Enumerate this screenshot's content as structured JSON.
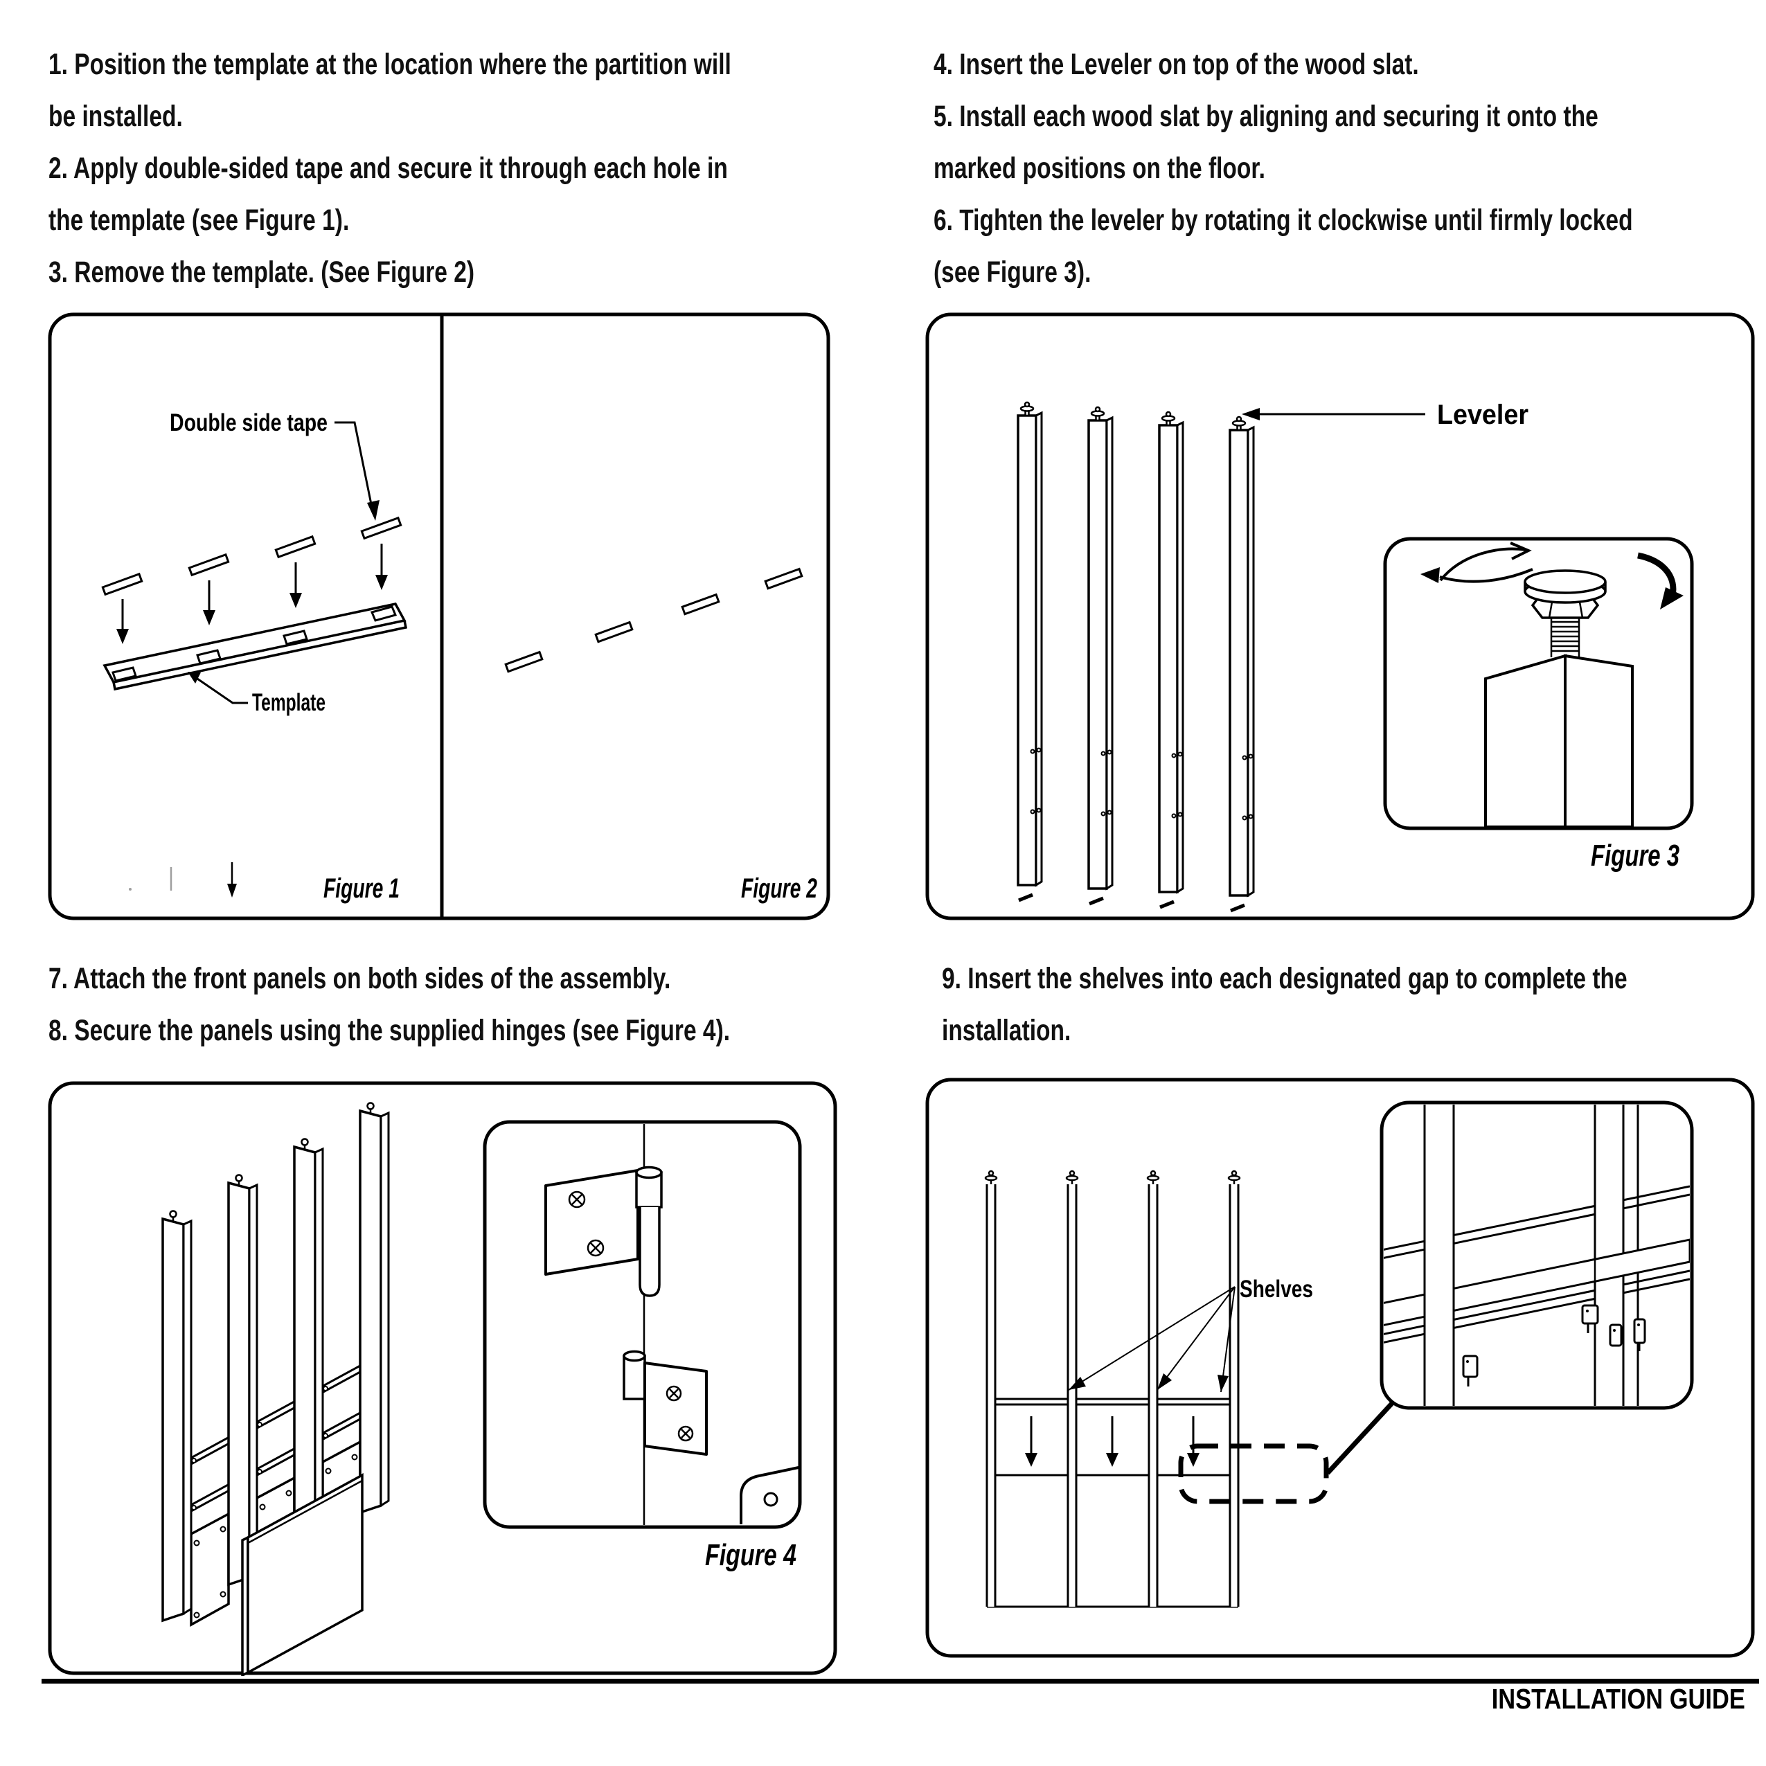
{
  "page": {
    "footer_title": "INSTALLATION GUIDE"
  },
  "instructions": {
    "steps_1_3": [
      "1. Position the template at the location where the partition will",
      "be installed.",
      "2. Apply double-sided tape and secure it through each hole in",
      "the template (see Figure 1).",
      "3. Remove the template. (See Figure 2)"
    ],
    "steps_4_6": [
      "4. Insert the Leveler on top of the wood slat.",
      "5. Install each wood slat by aligning and securing it onto the",
      "marked positions on the floor.",
      "6. Tighten the leveler by rotating it clockwise until firmly locked",
      "(see Figure 3)."
    ],
    "steps_7_8": [
      "7. Attach the front panels on both sides of the assembly.",
      "8. Secure the panels using the supplied hinges (see Figure 4)."
    ],
    "steps_9": [
      "9. Insert the shelves into each designated gap to complete the",
      "installation."
    ]
  },
  "figure1": {
    "caption": "Figure 1",
    "label_tape": "Double side tape",
    "label_template": "Template"
  },
  "figure2": {
    "caption": "Figure 2"
  },
  "figure3": {
    "caption": "Figure 3",
    "label_leveler": "Leveler"
  },
  "figure4": {
    "caption": "Figure 4"
  },
  "shelf_diagram": {
    "label_shelves": "Shelves"
  },
  "colors": {
    "ink": "#000000",
    "paper": "#ffffff",
    "faint": "#9e9e9e"
  }
}
